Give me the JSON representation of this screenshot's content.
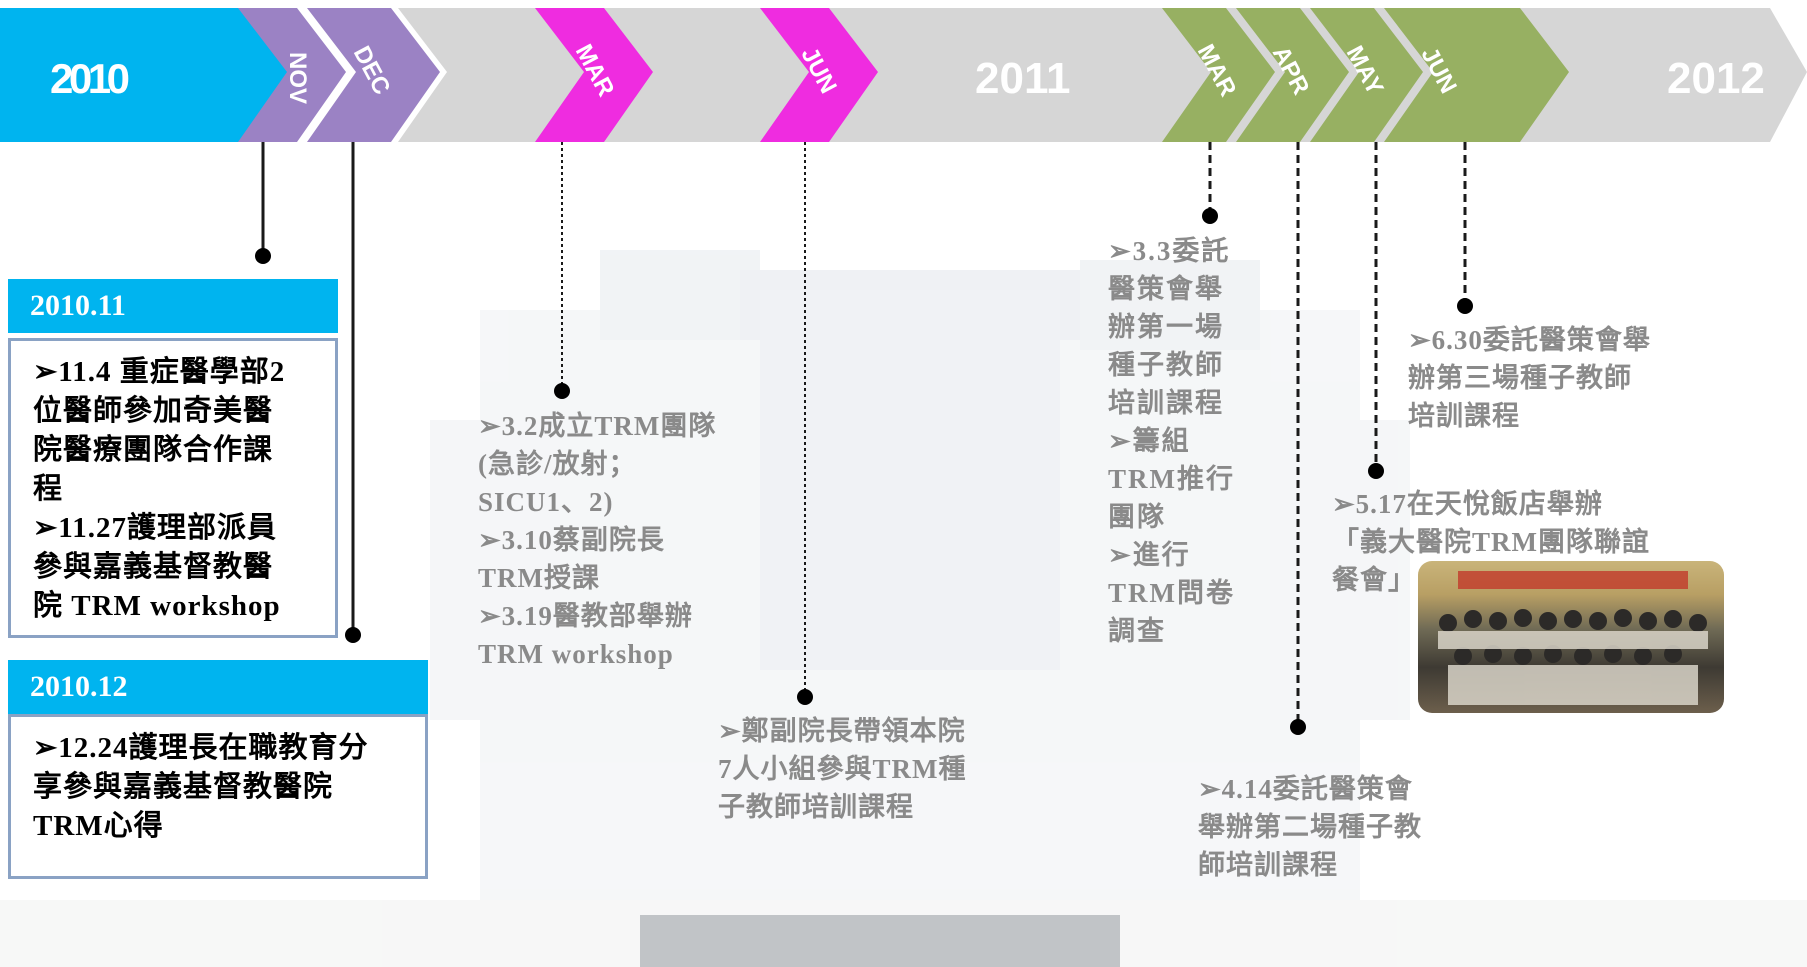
{
  "colors": {
    "cyan": "#00b4ef",
    "purple": "#9b82c4",
    "magenta": "#ef2ce0",
    "olive": "#97b062",
    "gray": "#d6d6d6",
    "connector": "#1a1a1a",
    "box_border": "#8aa2c4"
  },
  "timeline": {
    "year_2010": "2010",
    "year_2011": "2011",
    "year_2012": "2012",
    "months": [
      {
        "label": "NOV",
        "color": "purple"
      },
      {
        "label": "DEC",
        "color": "purple"
      },
      {
        "label": "MAR",
        "color": "magenta"
      },
      {
        "label": "JUN",
        "color": "magenta"
      },
      {
        "label": "MAR",
        "color": "olive"
      },
      {
        "label": "APR",
        "color": "olive"
      },
      {
        "label": "MAY",
        "color": "olive"
      },
      {
        "label": "JUN",
        "color": "olive"
      }
    ]
  },
  "events": {
    "nov2010": {
      "header": "2010.11",
      "text": "➢11.4 重症醫學部2\n位醫師參加奇美醫\n院醫療團隊合作課\n程\n➢11.27護理部派員\n參與嘉義基督教醫\n院 TRM workshop"
    },
    "dec2010": {
      "header": "2010.12",
      "text": "➢12.24護理長在職教育分\n享參與嘉義基督教醫院\nTRM心得"
    },
    "mar2011": "➢3.2成立TRM團隊\n(急診/放射；\nSICU1、2)\n➢3.10蔡副院長\nTRM授課\n➢3.19醫教部舉辦\nTRM workshop",
    "jun2011": "➢鄭副院長帶領本院\n7人小組參與TRM種\n子教師培訓課程",
    "mar2012": "➢3.3委託\n醫策會舉\n辦第一場\n種子教師\n培訓課程\n➢籌組\nTRM推行\n團隊\n➢進行\nTRM問卷\n調查",
    "apr2012": "➢4.14委託醫策會\n舉辦第二場種子教\n師培訓課程",
    "may2012": "➢5.17在天悅飯店舉辦\n「義大醫院TRM團隊聯誼\n餐會」",
    "jun2012": "➢6.30委託醫策會舉\n辦第三場種子教師\n培訓課程"
  }
}
